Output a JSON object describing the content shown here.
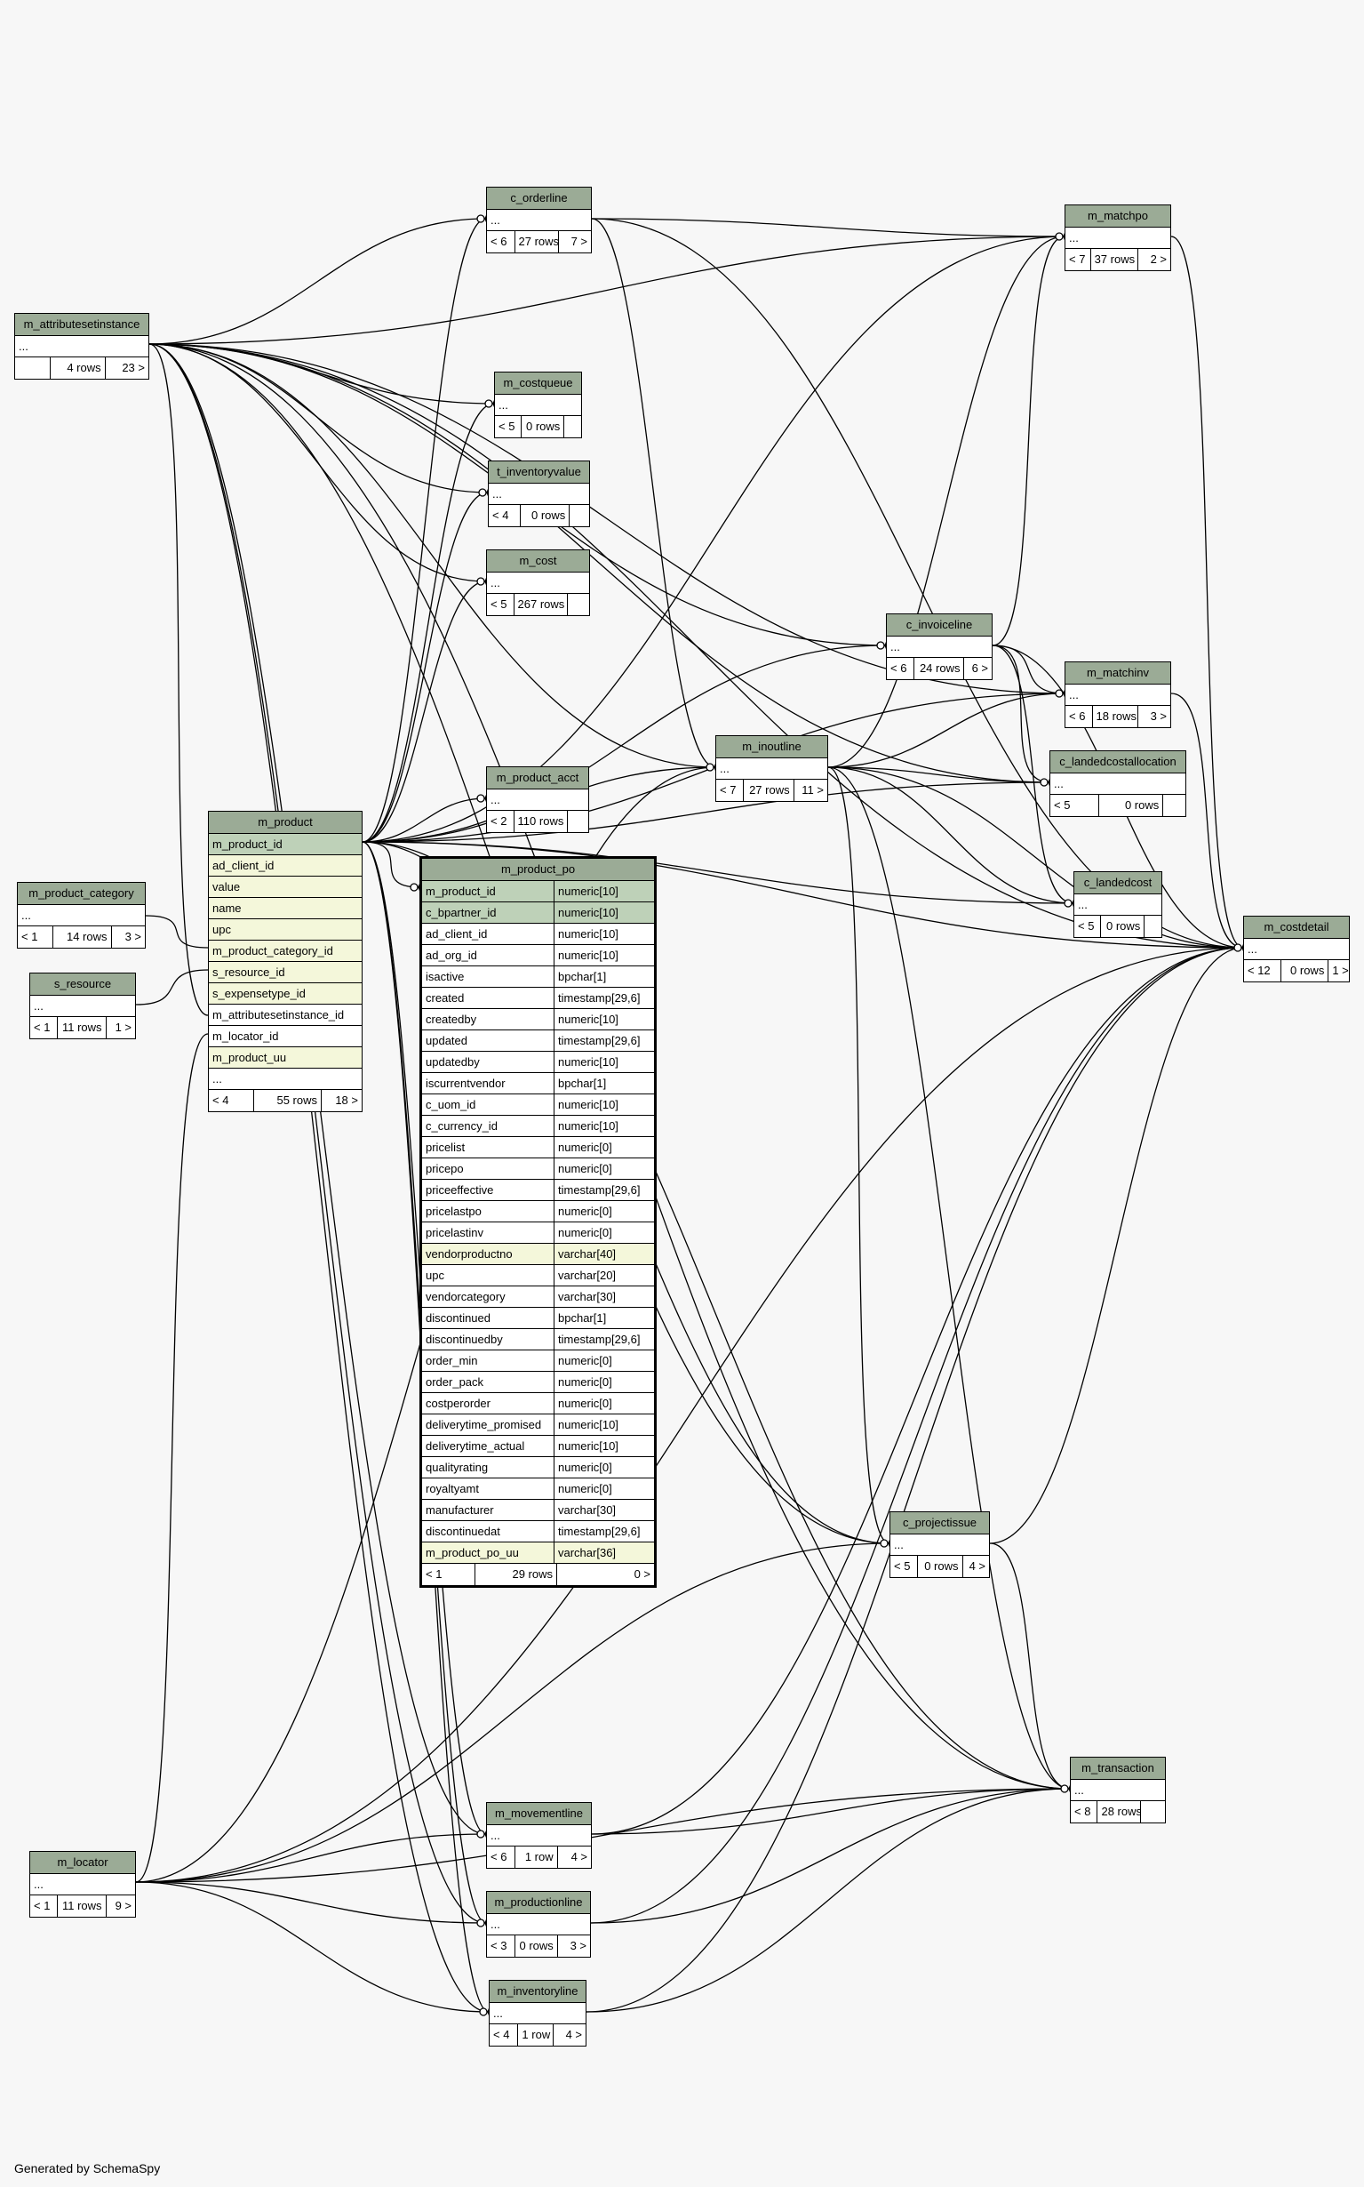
{
  "footer_note": "Generated by SchemaSpy",
  "colors": {
    "background": "#f7f7f7",
    "header": "#9bab96",
    "pk_row": "#bed1b8",
    "fk_row": "#f4f7da"
  },
  "tables": {
    "c_orderline": {
      "name": "c_orderline",
      "body": "...",
      "parents": "< 6",
      "rows": "27 rows",
      "children": "7 >"
    },
    "m_matchpo": {
      "name": "m_matchpo",
      "body": "...",
      "parents": "< 7",
      "rows": "37 rows",
      "children": "2 >"
    },
    "m_attributesetinstance": {
      "name": "m_attributesetinstance",
      "body": "...",
      "parents": "",
      "rows": "4 rows",
      "children": "23 >"
    },
    "m_costqueue": {
      "name": "m_costqueue",
      "body": "...",
      "parents": "< 5",
      "rows": "0 rows",
      "children": ""
    },
    "t_inventoryvalue": {
      "name": "t_inventoryvalue",
      "body": "...",
      "parents": "< 4",
      "rows": "0 rows",
      "children": ""
    },
    "m_cost": {
      "name": "m_cost",
      "body": "...",
      "parents": "< 5",
      "rows": "267 rows",
      "children": ""
    },
    "c_invoiceline": {
      "name": "c_invoiceline",
      "body": "...",
      "parents": "< 6",
      "rows": "24 rows",
      "children": "6 >"
    },
    "m_matchinv": {
      "name": "m_matchinv",
      "body": "...",
      "parents": "< 6",
      "rows": "18 rows",
      "children": "3 >"
    },
    "m_inoutline": {
      "name": "m_inoutline",
      "body": "...",
      "parents": "< 7",
      "rows": "27 rows",
      "children": "11 >"
    },
    "c_landedcostallocation": {
      "name": "c_landedcostallocation",
      "body": "...",
      "parents": "< 5",
      "rows": "0 rows",
      "children": ""
    },
    "m_product_acct": {
      "name": "m_product_acct",
      "body": "...",
      "parents": "< 2",
      "rows": "110 rows",
      "children": ""
    },
    "c_landedcost": {
      "name": "c_landedcost",
      "body": "...",
      "parents": "< 5",
      "rows": "0 rows",
      "children": ""
    },
    "m_costdetail": {
      "name": "m_costdetail",
      "body": "...",
      "parents": "< 12",
      "rows": "0 rows",
      "children": "1 >"
    },
    "m_product_category": {
      "name": "m_product_category",
      "body": "...",
      "parents": "< 1",
      "rows": "14 rows",
      "children": "3 >"
    },
    "s_resource": {
      "name": "s_resource",
      "body": "...",
      "parents": "< 1",
      "rows": "11 rows",
      "children": "1 >"
    },
    "c_projectissue": {
      "name": "c_projectissue",
      "body": "...",
      "parents": "< 5",
      "rows": "0 rows",
      "children": "4 >"
    },
    "m_transaction": {
      "name": "m_transaction",
      "body": "...",
      "parents": "< 8",
      "rows": "28 rows",
      "children": ""
    },
    "m_movementline": {
      "name": "m_movementline",
      "body": "...",
      "parents": "< 6",
      "rows": "1 row",
      "children": "4 >"
    },
    "m_locator": {
      "name": "m_locator",
      "body": "...",
      "parents": "< 1",
      "rows": "11 rows",
      "children": "9 >"
    },
    "m_productionline": {
      "name": "m_productionline",
      "body": "...",
      "parents": "< 3",
      "rows": "0 rows",
      "children": "3 >"
    },
    "m_inventoryline": {
      "name": "m_inventoryline",
      "body": "...",
      "parents": "< 4",
      "rows": "1 row",
      "children": "4 >"
    }
  },
  "m_product": {
    "name": "m_product",
    "columns": [
      "m_product_id",
      "ad_client_id",
      "value",
      "name",
      "upc",
      "m_product_category_id",
      "s_resource_id",
      "s_expensetype_id",
      "m_attributesetinstance_id",
      "m_locator_id",
      "m_product_uu",
      "..."
    ],
    "parents": "< 4",
    "rows": "55 rows",
    "children": "18 >"
  },
  "m_product_po": {
    "name": "m_product_po",
    "columns": [
      [
        "m_product_id",
        "numeric[10]"
      ],
      [
        "c_bpartner_id",
        "numeric[10]"
      ],
      [
        "ad_client_id",
        "numeric[10]"
      ],
      [
        "ad_org_id",
        "numeric[10]"
      ],
      [
        "isactive",
        "bpchar[1]"
      ],
      [
        "created",
        "timestamp[29,6]"
      ],
      [
        "createdby",
        "numeric[10]"
      ],
      [
        "updated",
        "timestamp[29,6]"
      ],
      [
        "updatedby",
        "numeric[10]"
      ],
      [
        "iscurrentvendor",
        "bpchar[1]"
      ],
      [
        "c_uom_id",
        "numeric[10]"
      ],
      [
        "c_currency_id",
        "numeric[10]"
      ],
      [
        "pricelist",
        "numeric[0]"
      ],
      [
        "pricepo",
        "numeric[0]"
      ],
      [
        "priceeffective",
        "timestamp[29,6]"
      ],
      [
        "pricelastpo",
        "numeric[0]"
      ],
      [
        "pricelastinv",
        "numeric[0]"
      ],
      [
        "vendorproductno",
        "varchar[40]"
      ],
      [
        "upc",
        "varchar[20]"
      ],
      [
        "vendorcategory",
        "varchar[30]"
      ],
      [
        "discontinued",
        "bpchar[1]"
      ],
      [
        "discontinuedby",
        "timestamp[29,6]"
      ],
      [
        "order_min",
        "numeric[0]"
      ],
      [
        "order_pack",
        "numeric[0]"
      ],
      [
        "costperorder",
        "numeric[0]"
      ],
      [
        "deliverytime_promised",
        "numeric[10]"
      ],
      [
        "deliverytime_actual",
        "numeric[10]"
      ],
      [
        "qualityrating",
        "numeric[0]"
      ],
      [
        "royaltyamt",
        "numeric[0]"
      ],
      [
        "manufacturer",
        "varchar[30]"
      ],
      [
        "discontinuedat",
        "timestamp[29,6]"
      ],
      [
        "m_product_po_uu",
        "varchar[36]"
      ]
    ],
    "parents": "< 1",
    "rows": "29 rows",
    "children": "0 >"
  }
}
